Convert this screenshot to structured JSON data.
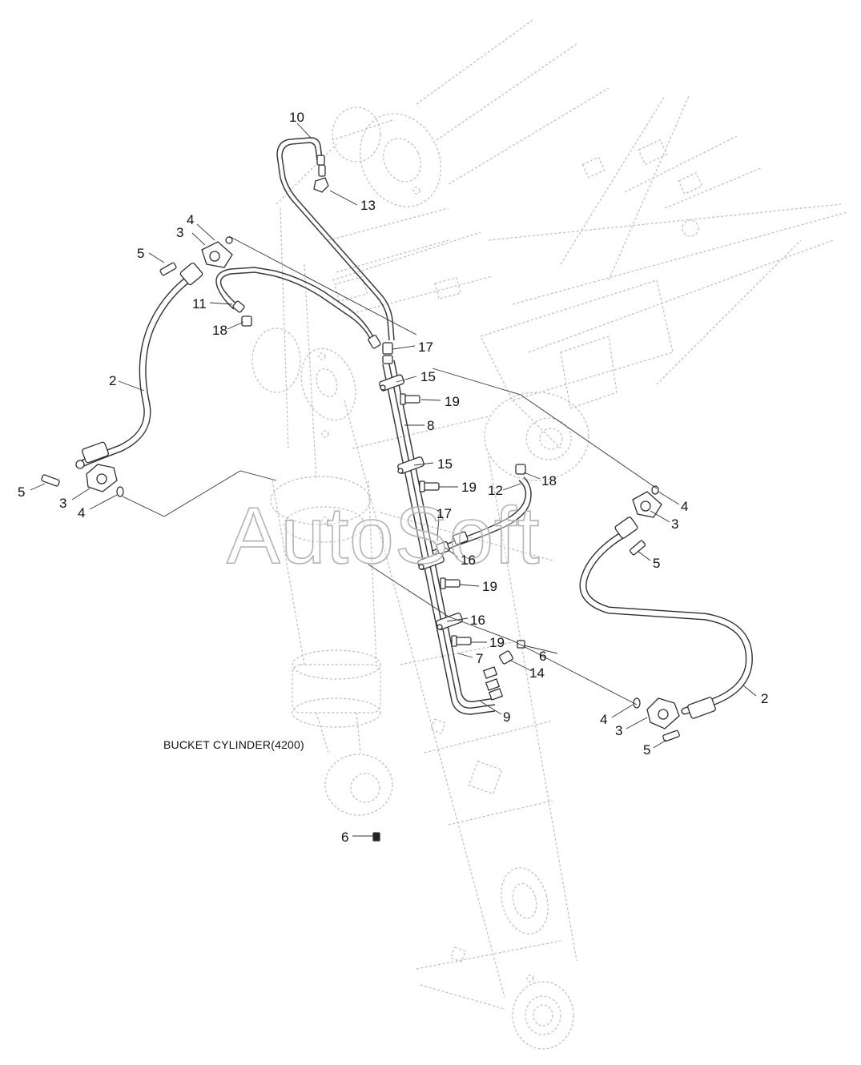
{
  "diagram": {
    "caption": "BUCKET CYLINDER(4200)",
    "watermark": "AutoSoft",
    "callouts": {
      "c10": "10",
      "c13": "13",
      "c4a": "4",
      "c3a": "3",
      "c5a": "5",
      "c11": "11",
      "c18a": "18",
      "c17a": "17",
      "c15a": "15",
      "c2a": "2",
      "c19a": "19",
      "c8": "8",
      "c15b": "15",
      "c5b": "5",
      "c3b": "3",
      "c4b": "4",
      "c19b": "19",
      "c12": "12",
      "c18b": "18",
      "c17b": "17",
      "c4c": "4",
      "c3c": "3",
      "c16a": "16",
      "c5c": "5",
      "c19c": "19",
      "c16b": "16",
      "c19d": "19",
      "c6a": "6",
      "c7": "7",
      "c14": "14",
      "c2b": "2",
      "c9": "9",
      "c4d": "4",
      "c3d": "3",
      "c5d": "5",
      "c6b": "6"
    }
  }
}
